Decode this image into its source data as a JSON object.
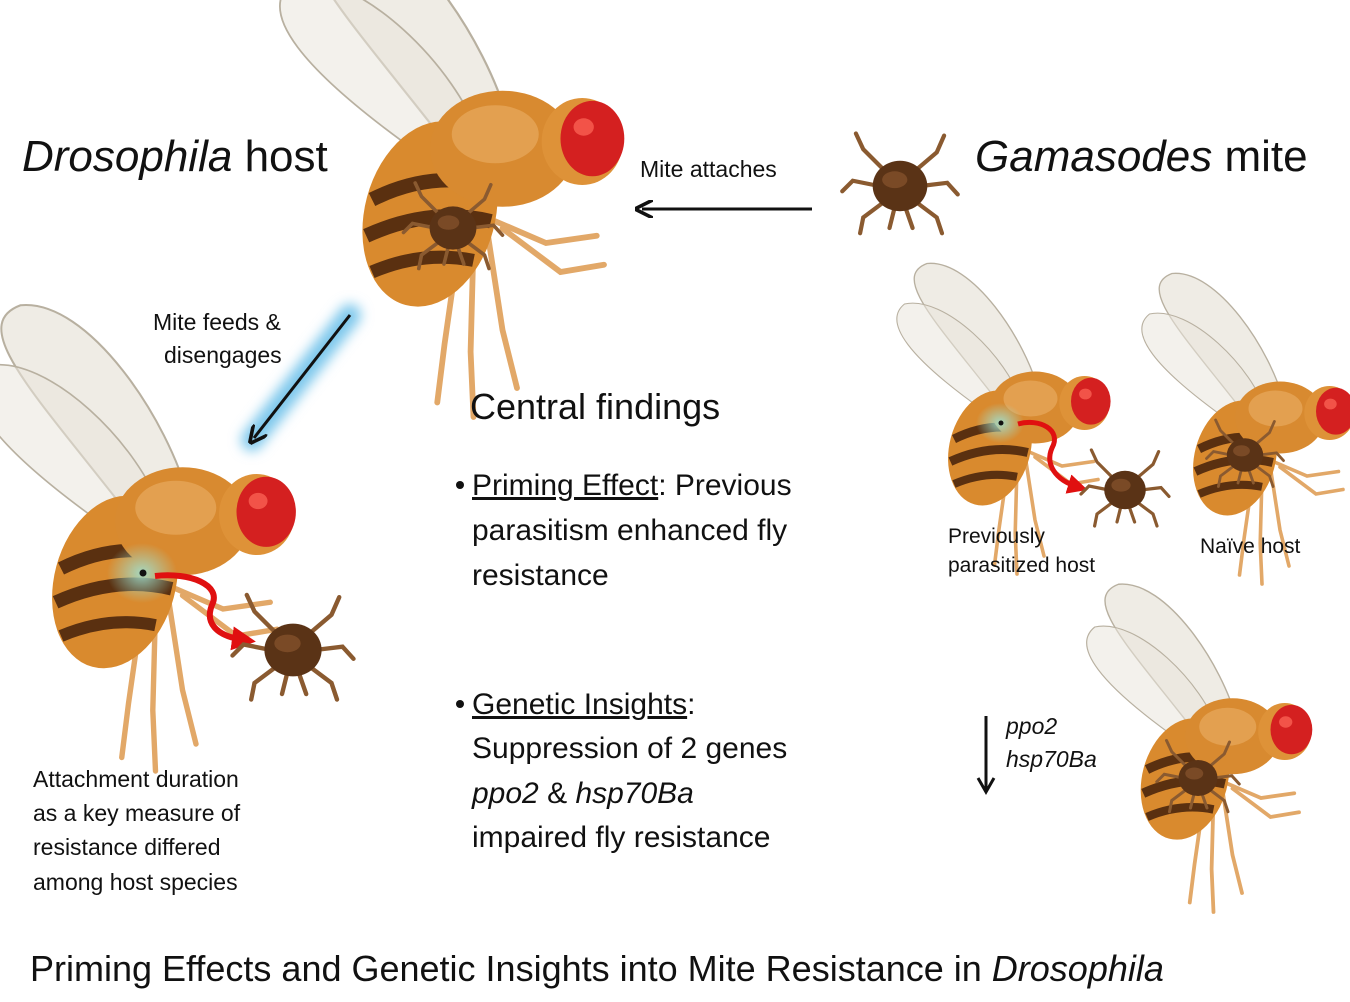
{
  "labels": {
    "host_title_italic": "Drosophila",
    "host_title_rest": " host",
    "mite_title_italic": "Gamasodes",
    "mite_title_rest": " mite",
    "mite_attaches": "Mite attaches",
    "mite_feeds_1": "Mite feeds &",
    "mite_feeds_2": "disengages",
    "central_findings": "Central findings",
    "attachment_1": "Attachment duration",
    "attachment_2": "as a key measure of",
    "attachment_3": "resistance differed",
    "attachment_4": "among host species",
    "prev_host_1": "Previously",
    "prev_host_2": "parasitized host",
    "naive_host": "Naïve host",
    "gene_1": "ppo2",
    "gene_2": "hsp70Ba"
  },
  "findings": {
    "priming_head": "Priming Effect",
    "priming_rest": ": Previous",
    "priming_2": "parasitism enhanced fly",
    "priming_3": "resistance",
    "genetic_head": "Genetic Insights",
    "genetic_colon": ":",
    "genetic_2": "Suppression of 2 genes",
    "genetic_gene1": "ppo2",
    "genetic_amp": " & ",
    "genetic_gene2": "hsp70Ba",
    "genetic_4": "impaired fly resistance"
  },
  "footer": {
    "title_main": "Priming Effects and Genetic Insights into Mite Resistance in ",
    "title_italic": "Drosophila"
  },
  "colors": {
    "fly_body": "#d98a2e",
    "fly_eye": "#d42020",
    "mite": "#5a3316",
    "glow": "#7ec8ec",
    "red_arrow": "#e01010"
  }
}
